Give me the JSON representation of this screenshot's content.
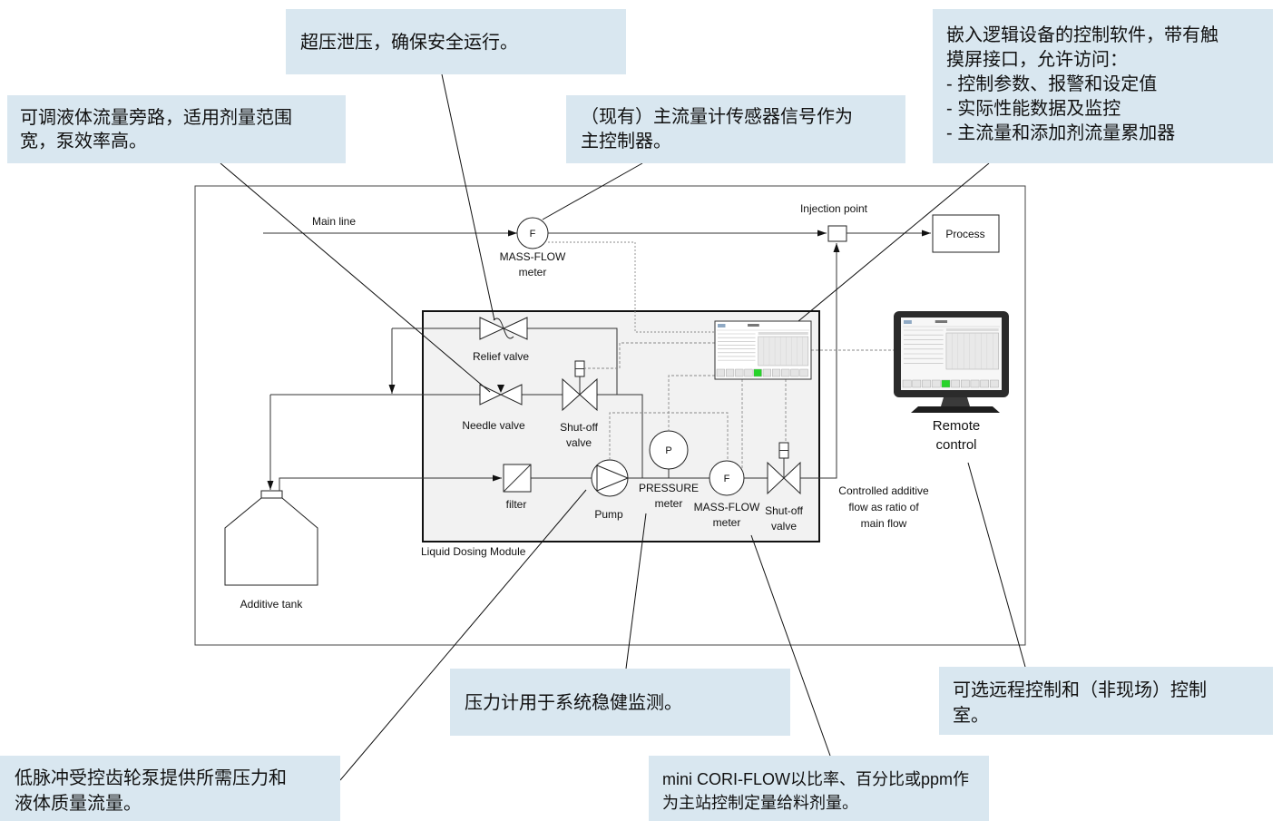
{
  "colors": {
    "callout_background": "#d9e7f0",
    "module_fill": "#f2f2f2",
    "monitor_bezel": "#2b2b2b",
    "screen_active_key": "#27d32a"
  },
  "diagram": {
    "main_line": "Main line",
    "main_meter": {
      "symbol": "F",
      "label_lines": [
        "MASS-FLOW",
        "meter"
      ]
    },
    "injection_point": "Injection point",
    "process": "Process",
    "relief_valve": "Relief valve",
    "needle_valve": "Needle valve",
    "shutoff_valve_1": [
      "Shut-off",
      "valve"
    ],
    "additive_tank": "Additive tank",
    "filter": "filter",
    "pump": "Pump",
    "pressure_meter": {
      "symbol": "P",
      "label_lines": [
        "PRESSURE",
        "meter"
      ]
    },
    "module_mass_flow": {
      "symbol": "F",
      "label_lines": [
        "MASS-FLOW",
        "meter"
      ]
    },
    "shutoff_valve_2": [
      "Shut-off",
      "valve"
    ],
    "controlled_flow": [
      "Controlled additive",
      "flow as ratio of",
      "main flow"
    ],
    "remote_control": [
      "Remote",
      "control"
    ],
    "module_label": "Liquid Dosing Module"
  },
  "callouts": {
    "relief_valve_note": {
      "lines": [
        "超压泄压，确保安全运行。"
      ]
    },
    "needle_bypass_note": {
      "lines": [
        "可调液体流量旁路，适用剂量范围",
        "宽，泵效率高。"
      ]
    },
    "main_meter_note": {
      "lines": [
        "（现有）主流量计传感器信号作为",
        "主控制器。"
      ]
    },
    "control_software_note": {
      "lines": [
        "嵌入逻辑设备的控制软件，带有触",
        "摸屏接口，允许访问：",
        "- 控制参数、报警和设定值",
        "- 实际性能数据及监控",
        "- 主流量和添加剂流量累加器"
      ]
    },
    "pressure_meter_note": {
      "lines": [
        "压力计用于系统稳健监测。"
      ]
    },
    "remote_control_note": {
      "lines": [
        "可选远程控制和（非现场）控制",
        "室。"
      ]
    },
    "pump_note": {
      "lines": [
        "低脉冲受控齿轮泵提供所需压力和",
        "液体质量流量。"
      ]
    },
    "mass_flow_note": {
      "lines": [
        "mini CORI-FLOW以比率、百分比或ppm作",
        "为主站控制定量给料剂量。"
      ]
    }
  }
}
